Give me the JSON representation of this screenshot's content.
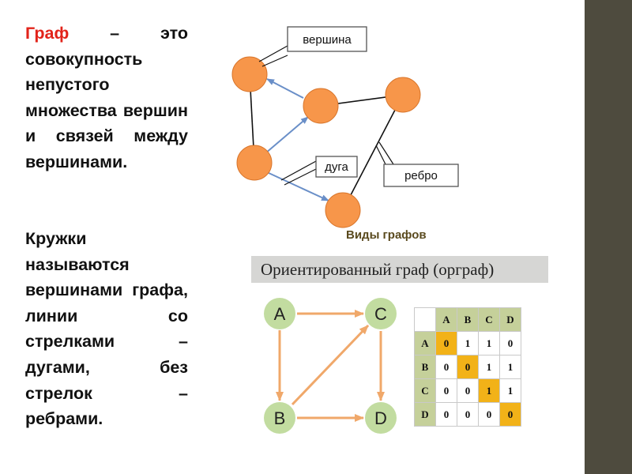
{
  "definition": {
    "term": "Граф",
    "rest": " – это совокупность непустого множества вершин и связей между вершинами."
  },
  "explanation": "Кружки называются вершинами графа, линии со стрелками – дугами, без стрелок – ребрами.",
  "diagram_labels": {
    "vertex": "вершина",
    "arc": "дуга",
    "edge": "ребро"
  },
  "types_title": "Виды графов",
  "digraph": {
    "title": "Ориентированный граф (орграф)",
    "nodes": [
      "A",
      "B",
      "C",
      "D"
    ]
  },
  "matrix": {
    "headers": [
      "A",
      "B",
      "C",
      "D"
    ],
    "rows": [
      {
        "label": "A",
        "cells": [
          "0",
          "1",
          "1",
          "0"
        ]
      },
      {
        "label": "B",
        "cells": [
          "0",
          "0",
          "1",
          "1"
        ]
      },
      {
        "label": "C",
        "cells": [
          "0",
          "0",
          "1",
          "1"
        ]
      },
      {
        "label": "D",
        "cells": [
          "0",
          "0",
          "0",
          "0"
        ]
      }
    ]
  },
  "colors": {
    "accent_red": "#e2231a",
    "vertex_orange": "#f7964a",
    "arc_blue": "#6a8fc8",
    "digraph_orange": "#f0a86a",
    "node_green": "#c2dca0",
    "matrix_header": "#c5d09a",
    "matrix_diagonal": "#f2b218"
  }
}
